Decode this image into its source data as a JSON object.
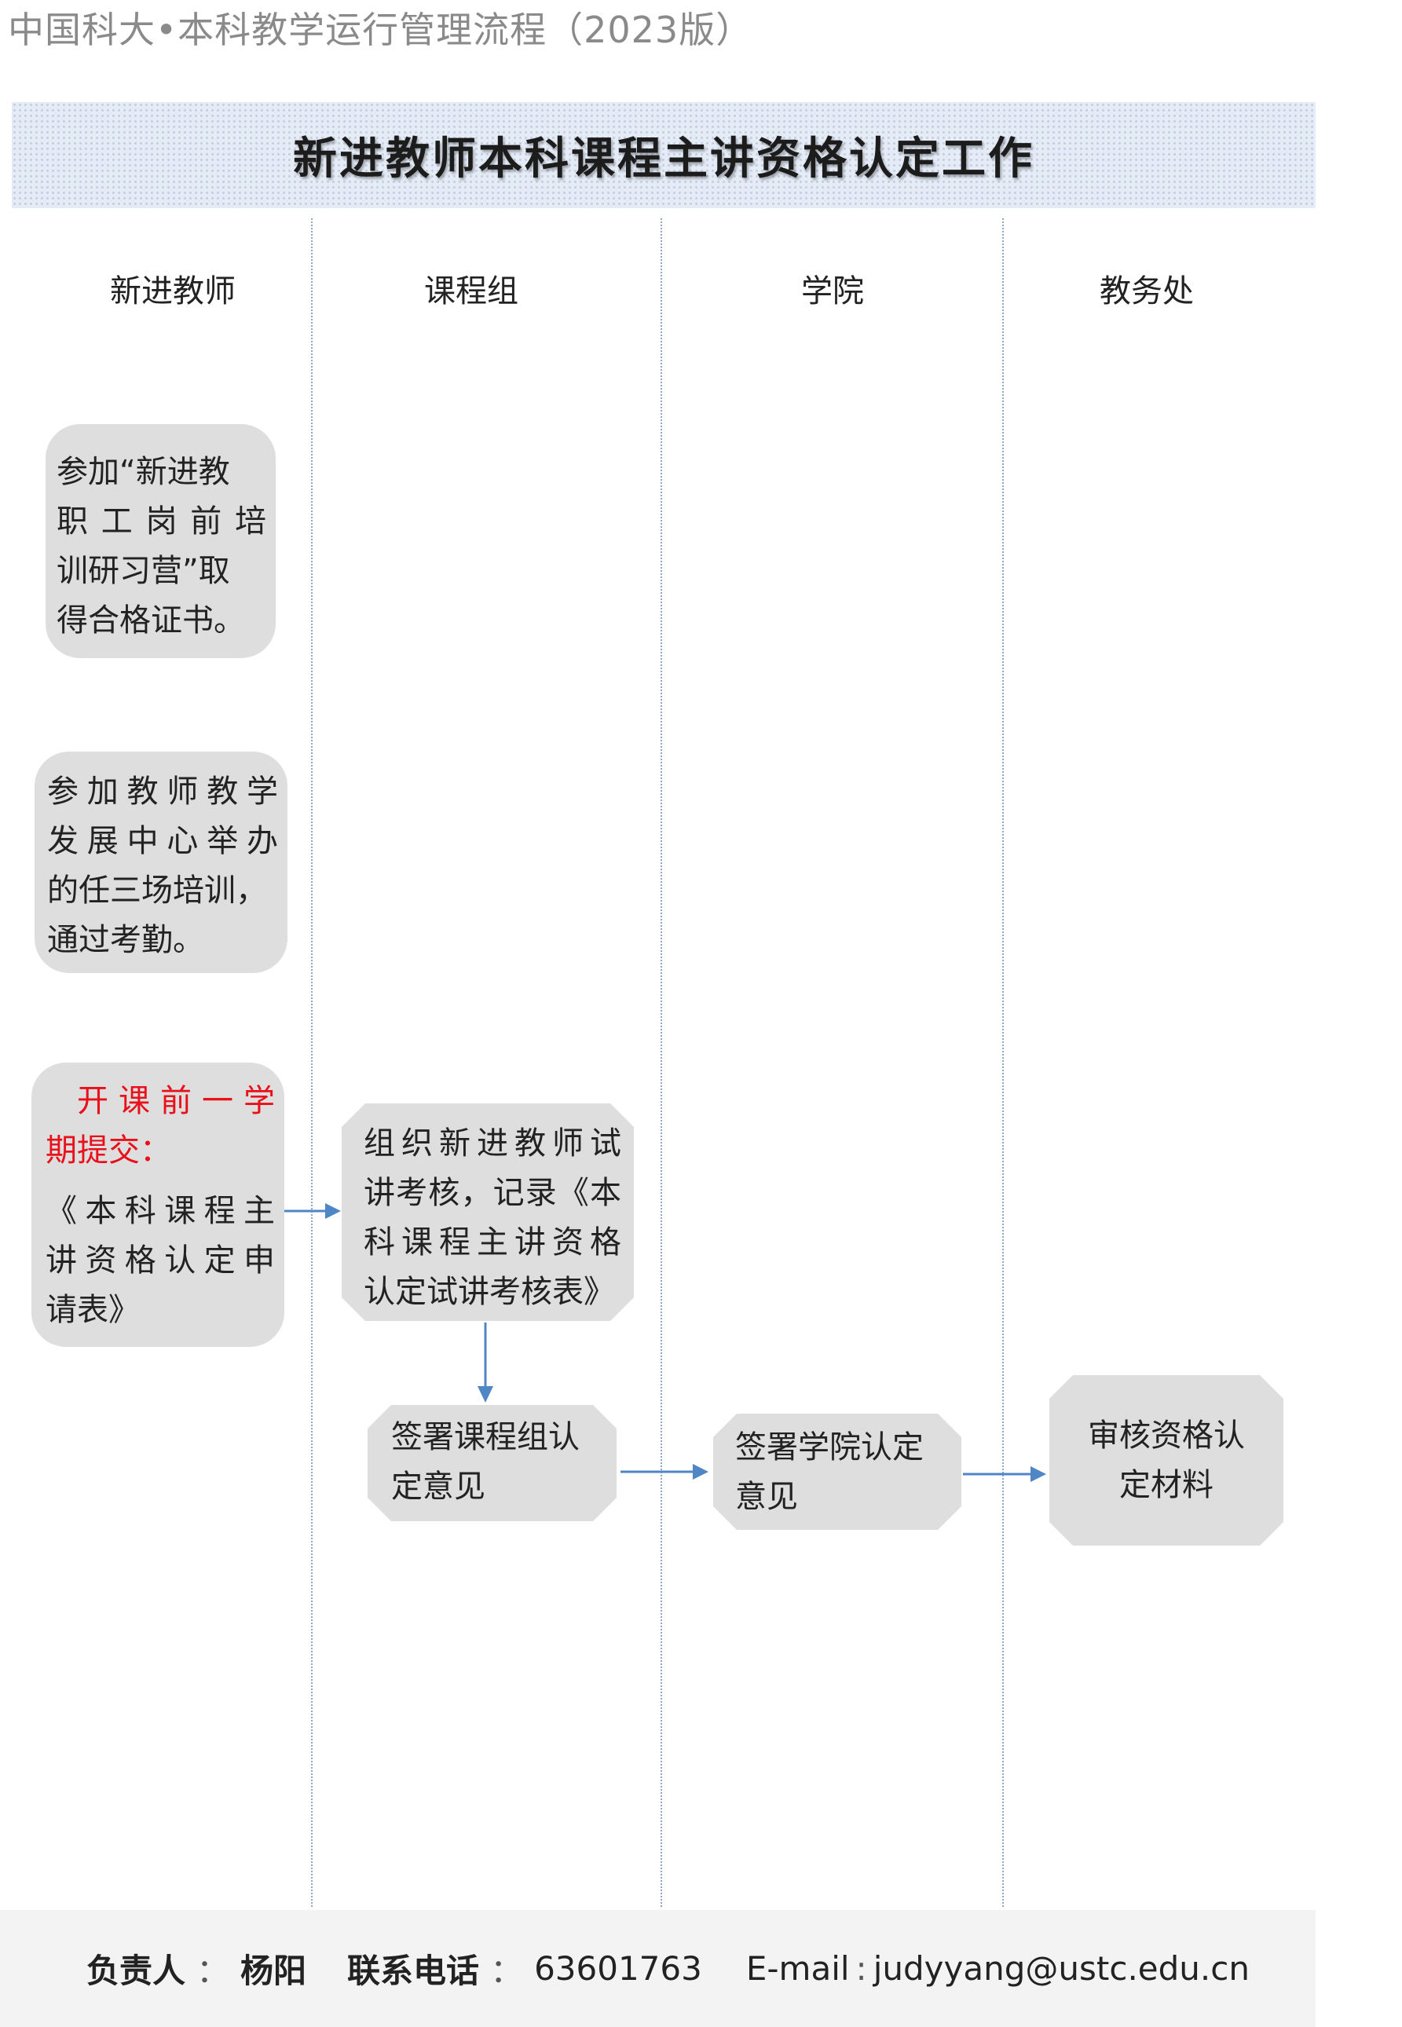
{
  "header": {
    "text": "中国科大•本科教学运行管理流程（2023版）"
  },
  "title": "新进教师本科课程主讲资格认定工作",
  "lanes": [
    "新进教师",
    "课程组",
    "学院",
    "教务处"
  ],
  "steps": {
    "step1": {
      "lines": [
        "参加“新进教",
        "职工岗前培",
        "训研习营”取",
        "得合格证书。"
      ]
    },
    "step2": {
      "lines": [
        "参加教师教学",
        "发展中心举办",
        "的任三场培训，",
        "通过考勤。"
      ]
    },
    "step3": {
      "red_lines": [
        "开课前一学",
        "期提交："
      ],
      "lines": [
        "《本科课程主",
        "讲资格认定申",
        "请表》"
      ]
    },
    "step4": {
      "lines": [
        "组织新进教师试",
        "讲考核，记录《本",
        "科课程主讲资格",
        "认定试讲考核表》"
      ]
    },
    "step5": {
      "lines": [
        "签署课程组认",
        "定意见"
      ]
    },
    "step6": {
      "lines": [
        "签署学院认定",
        "意见"
      ]
    },
    "step7": {
      "lines": [
        "审核资格认",
        "定材料"
      ]
    }
  },
  "footer": {
    "person_label": "负责人",
    "person": "杨阳",
    "phone_label": "联系电话",
    "phone": "63601763",
    "email_label": "E-mail",
    "email": "judyyang@ustc.edu.cn"
  },
  "colors": {
    "arrow": "#4f86c6",
    "box_fill": "#dedede",
    "highlight_text": "#e8111b"
  }
}
